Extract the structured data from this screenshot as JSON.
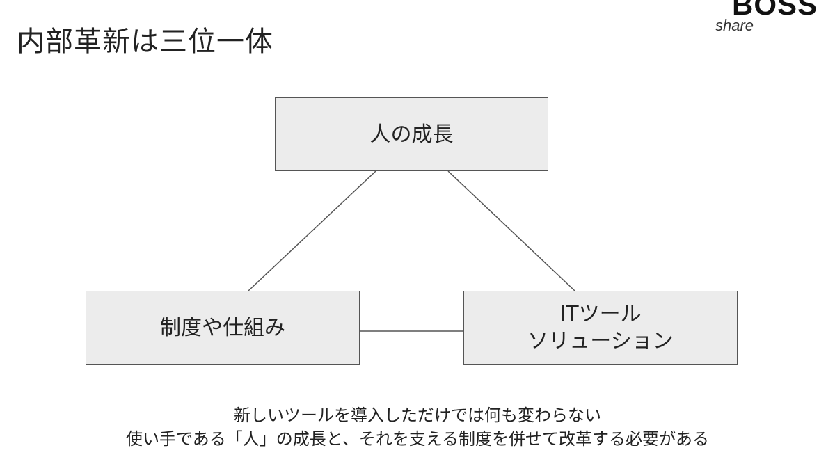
{
  "slide": {
    "title": "内部革新は三位一体"
  },
  "logo": {
    "word": "BOSS",
    "sub": "share"
  },
  "diagram": {
    "top_node": "人の成長",
    "left_node": "制度や仕組み",
    "right_node_line1": "ITツール",
    "right_node_line2": "ソリューション"
  },
  "caption": {
    "line1": "新しいツールを導入しただけでは何も変わらない",
    "line2": "使い手である「人」の成長と、それを支える制度を併せて改革する必要がある"
  },
  "colors": {
    "box_fill": "#ececec",
    "box_border": "#555555",
    "connector": "#555555",
    "text": "#222222"
  }
}
